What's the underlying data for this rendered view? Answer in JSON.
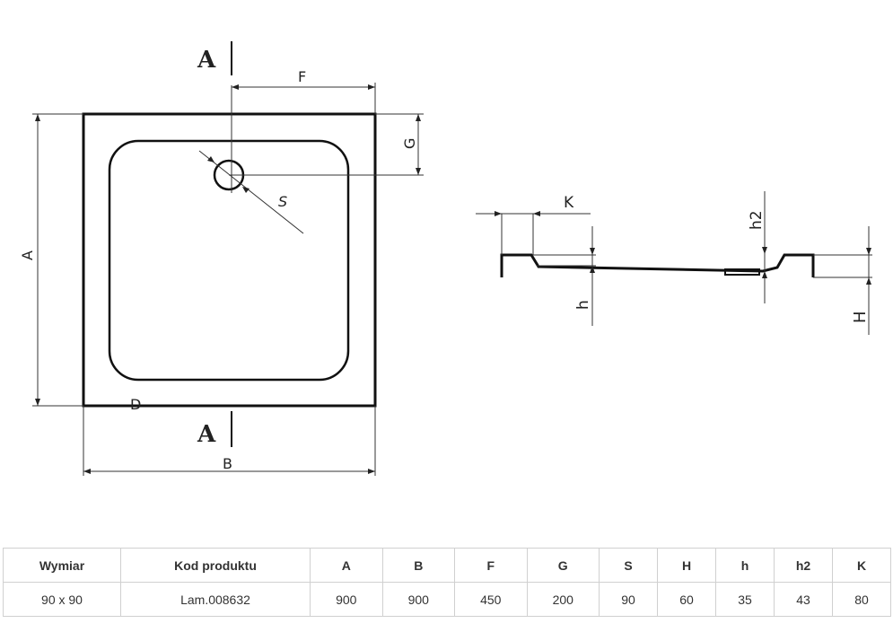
{
  "drawing": {
    "section_marker": "A",
    "dimension_labels": {
      "A": "A",
      "B": "B",
      "F": "F",
      "G": "G",
      "S": "S",
      "D": "D",
      "K": "K",
      "h2": "h2",
      "h": "h",
      "H": "H"
    }
  },
  "table": {
    "headers": [
      "Wymiar",
      "Kod produktu",
      "A",
      "B",
      "F",
      "G",
      "S",
      "H",
      "h",
      "h2",
      "K"
    ],
    "rows": [
      [
        "90 x 90",
        "Lam.008632",
        "900",
        "900",
        "450",
        "200",
        "90",
        "60",
        "35",
        "43",
        "80"
      ]
    ]
  }
}
